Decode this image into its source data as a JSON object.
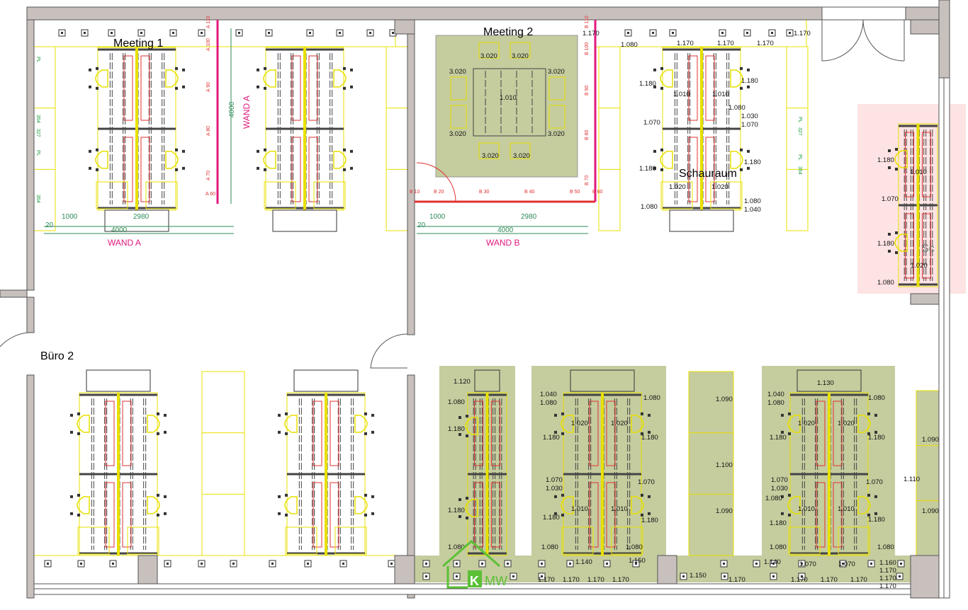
{
  "rooms": {
    "meeting1": "Meeting 1",
    "meeting2": "Meeting 2",
    "schauraum": "Schauraum",
    "buero2": "Büro 2",
    "sc": "Sc"
  },
  "walls": {
    "wand_a": "WAND A",
    "wand_a_vertical": "WAND A",
    "wand_b": "WAND B"
  },
  "dimensions": {
    "a_1000": "1000",
    "a_2980": "2980",
    "a_4000": "4000",
    "a_20": "20",
    "a_vertical_4000": "4000",
    "b_1000": "1000",
    "b_2980": "2980",
    "b_4000": "4000",
    "b_20": "20"
  },
  "wall_tags": {
    "a": [
      "A 110",
      "A 100",
      "A 90",
      "A 80",
      "A 70",
      "A 60"
    ],
    "b_horizontal": [
      "B 10",
      "B 20",
      "B 30",
      "B 40",
      "B 50",
      "B 60"
    ],
    "b_vertical": [
      "B 110",
      "B 100",
      "B 90",
      "B 80",
      "B 70"
    ]
  },
  "cabinet_labels": [
    "PL",
    "354",
    "327",
    "PL",
    "354",
    "PL",
    "327",
    "PL",
    "354"
  ],
  "article_numbers": [
    "3.020",
    "3.020",
    "3.020",
    "3.020",
    "3.020",
    "3.020",
    "3.020",
    "3.020",
    "1.010",
    "1.170",
    "1.080",
    "1.170",
    "1.170",
    "1.170",
    "1.170",
    "1.180",
    "1.180",
    "1.010",
    "1.010",
    "1.080",
    "1.030",
    "1.070",
    "1.070",
    "1.020",
    "1.020",
    "1.080",
    "1.080",
    "1.040",
    "1.180",
    "1.180",
    "1.180",
    "1.010",
    "1.070",
    "1.180",
    "1.020",
    "1.080",
    "1.120",
    "1.080",
    "1.180",
    "1.180",
    "1.080",
    "1.040",
    "1.080",
    "1.080",
    "1.020",
    "1.020",
    "1.180",
    "1.180",
    "1.070",
    "1.030",
    "1.070",
    "1.010",
    "1.010",
    "1.180",
    "1.180",
    "1.080",
    "1.080",
    "1.140",
    "1.150",
    "1.170",
    "1.170",
    "1.170",
    "1.170",
    "1.130",
    "1.040",
    "1.080",
    "1.080",
    "1.020",
    "1.020",
    "1.180",
    "1.180",
    "1.070",
    "1.030",
    "1.080",
    "1.070",
    "1.010",
    "1.010",
    "1.180",
    "1.180",
    "1.080",
    "1.080",
    "1.140",
    "1.070",
    "1.070",
    "1.160",
    "1.150",
    "1.170",
    "1.170",
    "1.170",
    "1.170",
    "1.170",
    "1.170",
    "1.170",
    "1.090",
    "1.100",
    "1.090",
    "1.090",
    "1.090",
    "1.110"
  ],
  "logo": {
    "text": "KMW"
  },
  "colors": {
    "wall": "#c8c0bd",
    "furniture": "#e8e000",
    "green_area": "#c5cc9e",
    "highlight": "#fde3e3",
    "wand": "#e0197d",
    "dimension": "#2e8b57",
    "logo": "#5cc036"
  }
}
